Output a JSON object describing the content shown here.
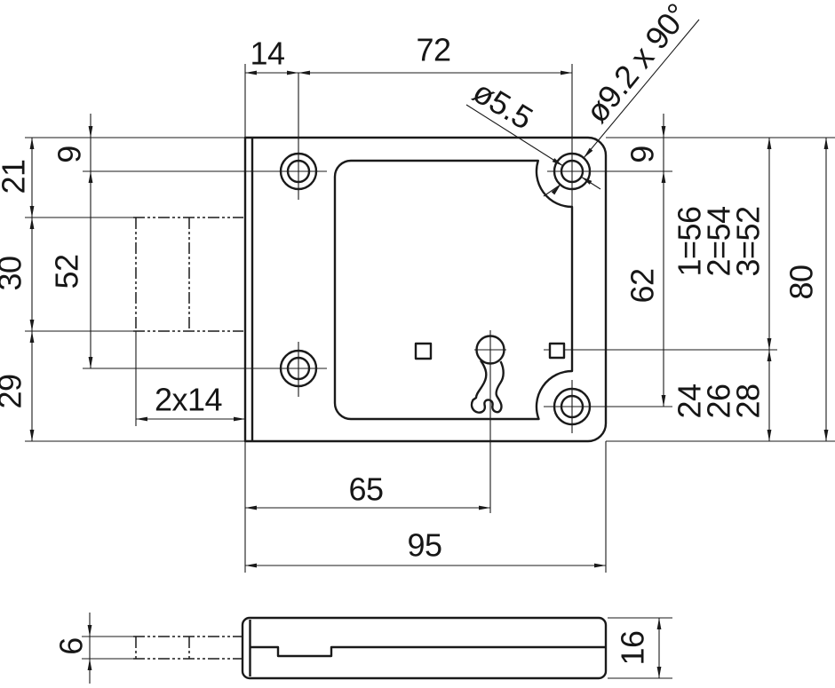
{
  "colors": {
    "line": "#1a1a1a",
    "background": "#ffffff"
  },
  "labels": {
    "offset_left_hole": "14",
    "hole_spacing_x": "72",
    "small_hole_dia": "ø5.5",
    "csk_hole": "ø9.2 x 90°",
    "edge_to_bolt": "21",
    "edge_to_hole_left": "9",
    "hole_spacing_left": "52",
    "bolt_height": "30",
    "bolt_to_bottom": "29",
    "bolt_throw": "2x14",
    "keyhole_offset": "65",
    "plate_width": "95",
    "edge_to_hole_right": "9",
    "hole_spacing_right": "62",
    "variant_1": "1=56",
    "variant_2": "2=54",
    "variant_3": "3=52",
    "plate_height": "80",
    "remainder_1": "24",
    "remainder_2": "26",
    "remainder_3": "28",
    "bolt_thickness": "6",
    "case_depth": "16"
  }
}
